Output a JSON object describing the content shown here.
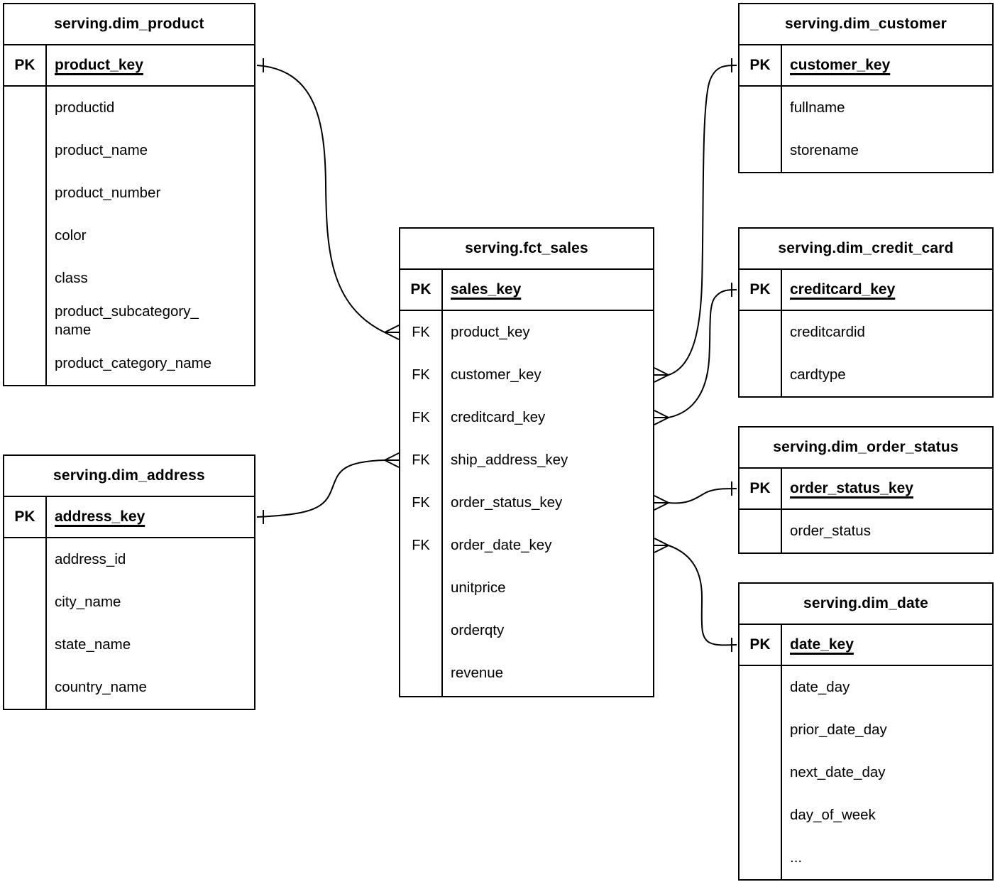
{
  "tables": [
    {
      "id": "dim_product",
      "title": "serving.dim_product",
      "pk_label": "PK",
      "pk_field": "product_key",
      "fields": [
        {
          "key": "",
          "name": "productid"
        },
        {
          "key": "",
          "name": "product_name"
        },
        {
          "key": "",
          "name": "product_number"
        },
        {
          "key": "",
          "name": "color"
        },
        {
          "key": "",
          "name": "class"
        },
        {
          "key": "",
          "name": "product_subcategory_name"
        },
        {
          "key": "",
          "name": "product_category_name"
        }
      ]
    },
    {
      "id": "dim_customer",
      "title": "serving.dim_customer",
      "pk_label": "PK",
      "pk_field": "customer_key",
      "fields": [
        {
          "key": "",
          "name": "fullname"
        },
        {
          "key": "",
          "name": "storename"
        }
      ]
    },
    {
      "id": "fct_sales",
      "title": "serving.fct_sales",
      "pk_label": "PK",
      "pk_field": "sales_key",
      "fields": [
        {
          "key": "FK",
          "name": "product_key"
        },
        {
          "key": "FK",
          "name": "customer_key"
        },
        {
          "key": "FK",
          "name": "creditcard_key"
        },
        {
          "key": "FK",
          "name": "ship_address_key"
        },
        {
          "key": "FK",
          "name": "order_status_key"
        },
        {
          "key": "FK",
          "name": "order_date_key"
        },
        {
          "key": "",
          "name": "unitprice"
        },
        {
          "key": "",
          "name": "orderqty"
        },
        {
          "key": "",
          "name": "revenue"
        }
      ]
    },
    {
      "id": "dim_credit_card",
      "title": "serving.dim_credit_card",
      "pk_label": "PK",
      "pk_field": "creditcard_key",
      "fields": [
        {
          "key": "",
          "name": "creditcardid"
        },
        {
          "key": "",
          "name": "cardtype"
        }
      ]
    },
    {
      "id": "dim_order_status",
      "title": "serving.dim_order_status",
      "pk_label": "PK",
      "pk_field": "order_status_key",
      "fields": [
        {
          "key": "",
          "name": "order_status"
        }
      ]
    },
    {
      "id": "dim_date",
      "title": "serving.dim_date",
      "pk_label": "PK",
      "pk_field": "date_key",
      "fields": [
        {
          "key": "",
          "name": "date_day"
        },
        {
          "key": "",
          "name": "prior_date_day"
        },
        {
          "key": "",
          "name": "next_date_day"
        },
        {
          "key": "",
          "name": "day_of_week"
        },
        {
          "key": "",
          "name": "..."
        }
      ]
    },
    {
      "id": "dim_address",
      "title": "serving.dim_address",
      "pk_label": "PK",
      "pk_field": "address_key",
      "fields": [
        {
          "key": "",
          "name": "address_id"
        },
        {
          "key": "",
          "name": "city_name"
        },
        {
          "key": "",
          "name": "state_name"
        },
        {
          "key": "",
          "name": "country_name"
        }
      ]
    }
  ],
  "relationships": [
    {
      "from_table": "serving.fct_sales",
      "from_field": "product_key",
      "from_cardinality": "many",
      "to_table": "serving.dim_product",
      "to_field": "product_key",
      "to_cardinality": "one"
    },
    {
      "from_table": "serving.fct_sales",
      "from_field": "customer_key",
      "from_cardinality": "many",
      "to_table": "serving.dim_customer",
      "to_field": "customer_key",
      "to_cardinality": "one"
    },
    {
      "from_table": "serving.fct_sales",
      "from_field": "creditcard_key",
      "from_cardinality": "many",
      "to_table": "serving.dim_credit_card",
      "to_field": "creditcard_key",
      "to_cardinality": "one"
    },
    {
      "from_table": "serving.fct_sales",
      "from_field": "ship_address_key",
      "from_cardinality": "many",
      "to_table": "serving.dim_address",
      "to_field": "address_key",
      "to_cardinality": "one"
    },
    {
      "from_table": "serving.fct_sales",
      "from_field": "order_status_key",
      "from_cardinality": "many",
      "to_table": "serving.dim_order_status",
      "to_field": "order_status_key",
      "to_cardinality": "one"
    },
    {
      "from_table": "serving.fct_sales",
      "from_field": "order_date_key",
      "from_cardinality": "many",
      "to_table": "serving.dim_date",
      "to_field": "date_key",
      "to_cardinality": "one"
    }
  ],
  "colors": {
    "line": "#000000",
    "background": "#ffffff",
    "text": "#000000"
  }
}
